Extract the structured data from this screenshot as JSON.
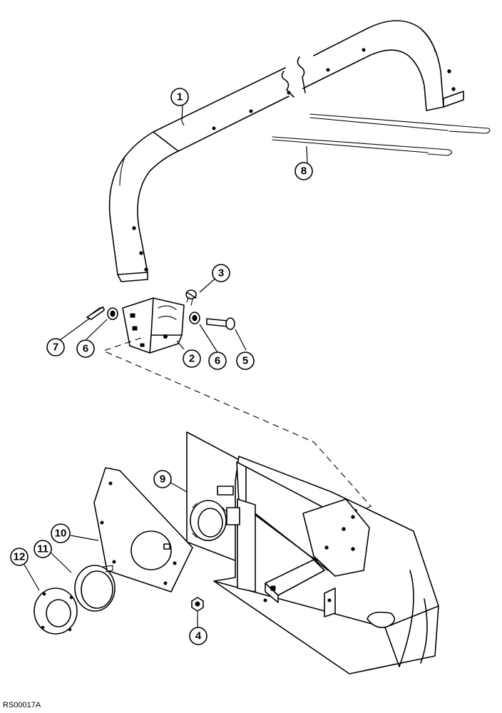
{
  "callouts": [
    {
      "id": "1",
      "label": "1"
    },
    {
      "id": "2",
      "label": "2"
    },
    {
      "id": "3",
      "label": "3"
    },
    {
      "id": "4",
      "label": "4"
    },
    {
      "id": "5",
      "label": "5"
    },
    {
      "id": "6a",
      "label": "6"
    },
    {
      "id": "6b",
      "label": "6"
    },
    {
      "id": "7",
      "label": "7"
    },
    {
      "id": "8",
      "label": "8"
    },
    {
      "id": "9",
      "label": "9"
    },
    {
      "id": "10",
      "label": "10"
    },
    {
      "id": "11",
      "label": "11"
    },
    {
      "id": "12",
      "label": "12"
    }
  ],
  "figure_ref": "RS00017A"
}
